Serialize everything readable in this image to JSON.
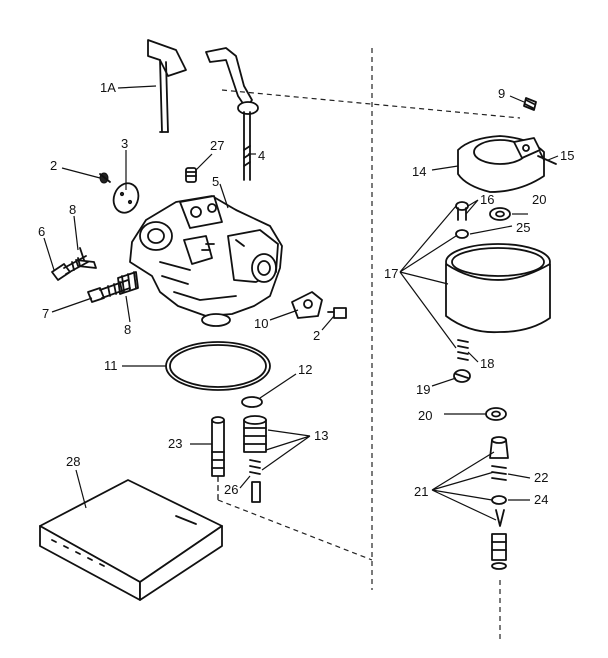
{
  "labels": {
    "l1a": "1A",
    "l2a": "2",
    "l3": "3",
    "l27": "27",
    "l4": "4",
    "l5": "5",
    "l8a": "8",
    "l6": "6",
    "l7": "7",
    "l8b": "8",
    "l10": "10",
    "l2b": "2",
    "l11": "11",
    "l12": "12",
    "l13": "13",
    "l23": "23",
    "l26": "26",
    "l28": "28",
    "l9": "9",
    "l15": "15",
    "l14": "14",
    "l16": "16",
    "l20a": "20",
    "l25": "25",
    "l17": "17",
    "l18": "18",
    "l19": "19",
    "l20b": "20",
    "l22": "22",
    "l21": "21",
    "l24": "24"
  },
  "colors": {
    "ink": "#111111",
    "paper": "#ffffff"
  }
}
